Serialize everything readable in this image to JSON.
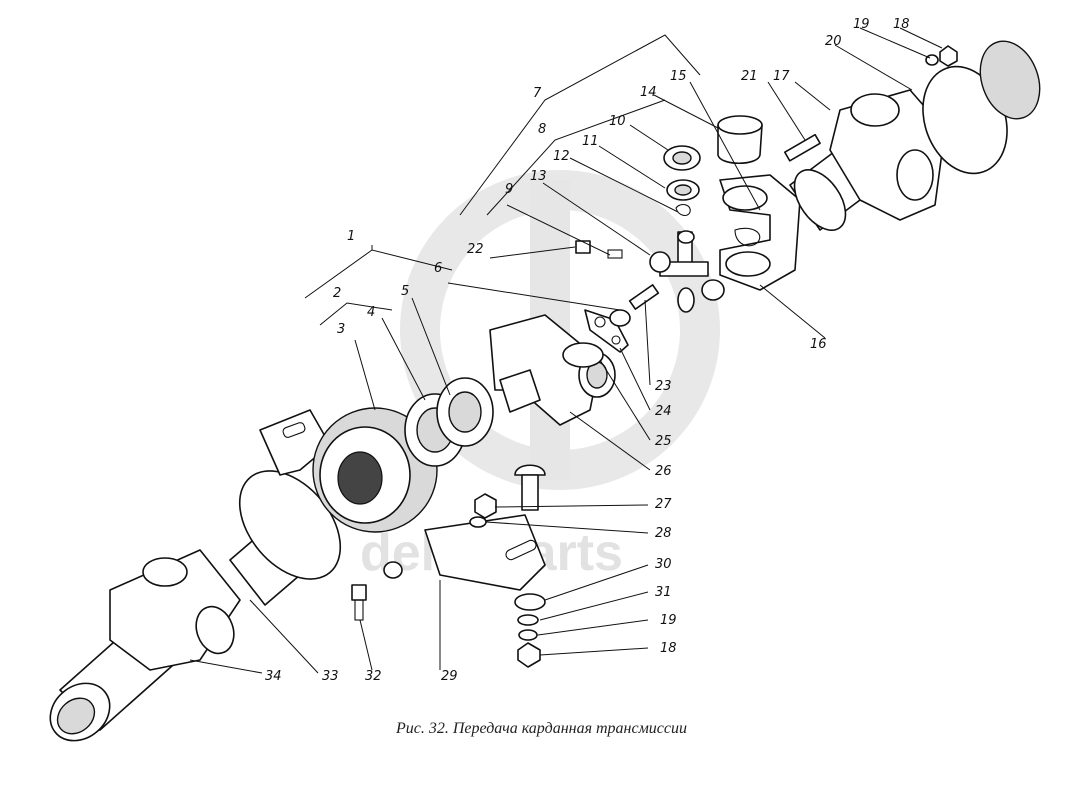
{
  "figure": {
    "caption": "Рис. 32. Передача карданная трансмиссии"
  },
  "watermark": {
    "text": "delta parts"
  },
  "callouts": {
    "c1": "1",
    "c2": "2",
    "c3": "3",
    "c4": "4",
    "c5": "5",
    "c6": "6",
    "c7": "7",
    "c8": "8",
    "c9": "9",
    "c10": "10",
    "c11": "11",
    "c12": "12",
    "c13": "13",
    "c14": "14",
    "c15": "15",
    "c16": "16",
    "c17": "17",
    "c18a": "18",
    "c18b": "18",
    "c19a": "19",
    "c19b": "19",
    "c20": "20",
    "c21": "21",
    "c22": "22",
    "c23": "23",
    "c24": "24",
    "c25": "25",
    "c26": "26",
    "c27": "27",
    "c28": "28",
    "c29": "29",
    "c30": "30",
    "c31": "31",
    "c32": "32",
    "c33": "33",
    "c34": "34"
  }
}
